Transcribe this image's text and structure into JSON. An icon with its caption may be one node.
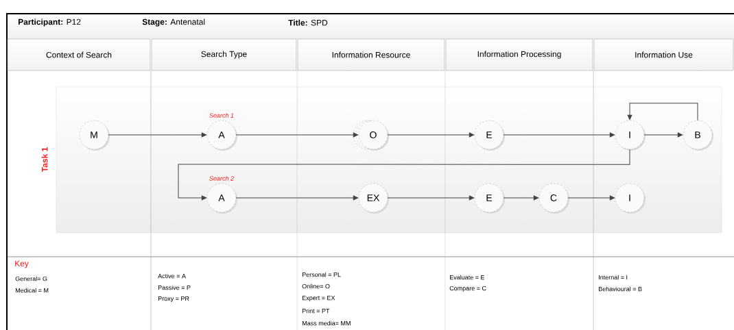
{
  "diagram": {
    "nodes": [
      {
        "text": [
          "M"
        ]
      },
      {
        "text": [
          "A"
        ],
        "beside": [
          "Search 1"
        ]
      },
      {
        "text": [
          "O"
        ]
      },
      {
        "text": [
          "E"
        ]
      },
      {
        "text": [
          "I"
        ]
      },
      {
        "text": [
          "B"
        ]
      },
      {
        "text": [
          "A"
        ],
        "beside": [
          "Search 2"
        ]
      },
      {
        "text": [
          "EX"
        ]
      },
      {
        "text": [
          "E"
        ]
      },
      {
        "text": [
          "C"
        ]
      },
      {
        "text": [
          "I"
        ]
      }
    ],
    "edges": [
      {
        "from": 0,
        "to": 1,
        "arrow": "to"
      },
      {
        "from": 1,
        "to": 2,
        "arrow": "to"
      },
      {
        "from": 2,
        "to": 3,
        "arrow": "to"
      },
      {
        "from": 3,
        "to": 4,
        "arrow": "to"
      },
      {
        "from": 4,
        "to": 5,
        "arrow": "to"
      },
      {
        "from": 5,
        "to": 4,
        "arrow": "to"
      },
      {
        "from": 4,
        "to": 6,
        "arrow": "to"
      },
      {
        "from": 6,
        "to": 7,
        "arrow": "to"
      },
      {
        "from": 7,
        "to": 8,
        "arrow": "to"
      },
      {
        "from": 8,
        "to": 9,
        "arrow": "to"
      },
      {
        "from": 9,
        "to": 10,
        "arrow": "to"
      }
    ],
    "labels": [
      "**Participant:** P12",
      "**Stage:** Antenatal",
      "**Title:** SPD",
      "Context of Search",
      "Search Type",
      "Information Resource",
      "Information Processing",
      "Information Use",
      "Task 1",
      "Key",
      "General= G",
      "Medical = M",
      "Active = A",
      "Passive = P",
      "Proxy = PR",
      "Personal = PL",
      "Online= O",
      "Expert = EX",
      "Print = PT",
      "Mass media= MM",
      "Evaluate = E",
      "Compare = C",
      "Internal = I",
      "Behavioural = B"
    ]
  }
}
